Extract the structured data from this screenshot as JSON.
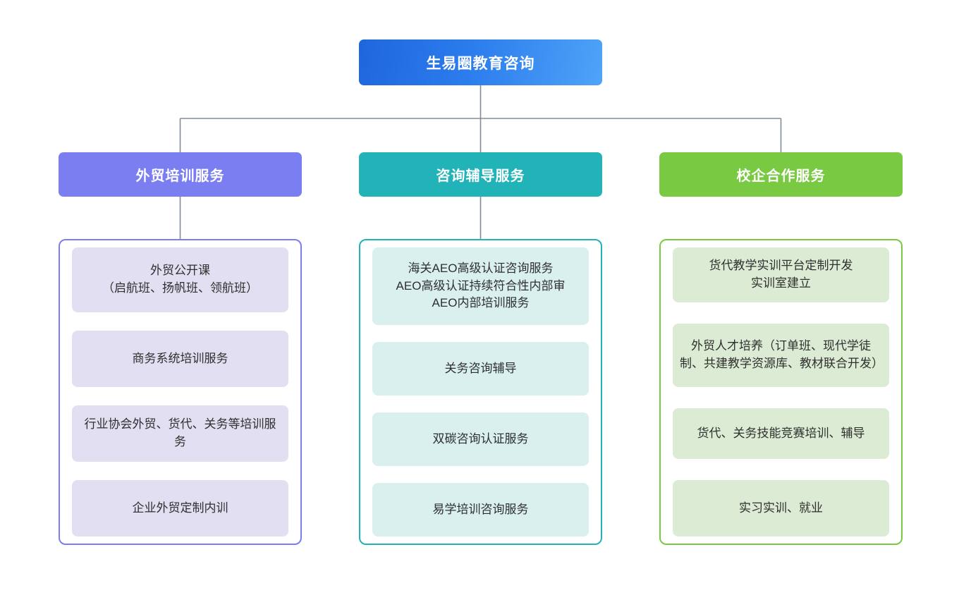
{
  "diagram": {
    "type": "organization-tree",
    "root": {
      "label": "生易圈教育咨询",
      "color": "#2b7ced"
    },
    "connector_color": "#808b96",
    "branches": [
      {
        "id": "branch-training",
        "label": "外贸培训服务",
        "header_color": "#7b7ef0",
        "item_color": "#e2dff3",
        "items": [
          "外贸公开课\n（启航班、扬帆班、领航班）",
          "商务系统培训服务",
          "行业协会外贸、货代、关务等培训服务",
          "企业外贸定制内训"
        ]
      },
      {
        "id": "branch-consulting",
        "label": "咨询辅导服务",
        "header_color": "#21b3b8",
        "item_color": "#daf0ee",
        "items": [
          "海关AEO高级认证咨询服务\nAEO高级认证持续符合性内部审\nAEO内部培训服务",
          "关务咨询辅导",
          "双碳咨询认证服务",
          "易学培训咨询服务"
        ]
      },
      {
        "id": "branch-school-enterprise",
        "label": "校企合作服务",
        "header_color": "#7ac943",
        "item_color": "#dcecd4",
        "items": [
          "货代教学实训平台定制开发\n实训室建立",
          "外贸人才培养（订单班、现代学徒制、共建教学资源库、教材联合开发）",
          "货代、关务技能竞赛培训、辅导",
          "实习实训、就业"
        ]
      }
    ]
  }
}
